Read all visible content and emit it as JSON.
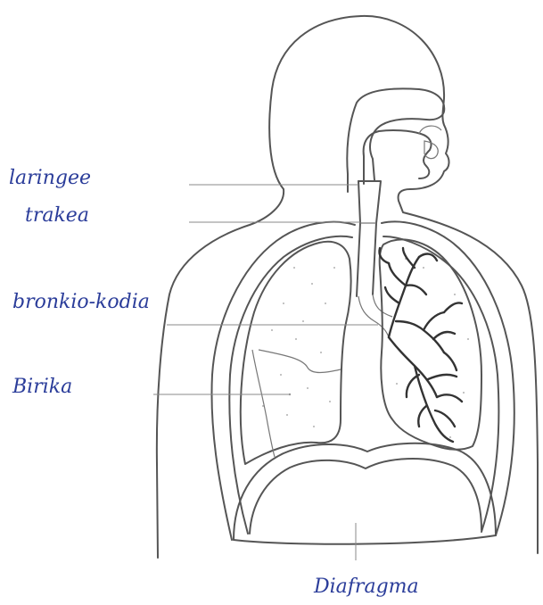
{
  "labels": {
    "laringee": "laringee",
    "trakea": "trakea",
    "bronkio": "bronkio-kodia",
    "birika": "Birika",
    "diafragma": "Diafragma"
  },
  "colors": {
    "handwriting": "#2b3d9a",
    "outline": "#555555",
    "leader_line": "#8a8a8a",
    "background": "#ffffff"
  }
}
